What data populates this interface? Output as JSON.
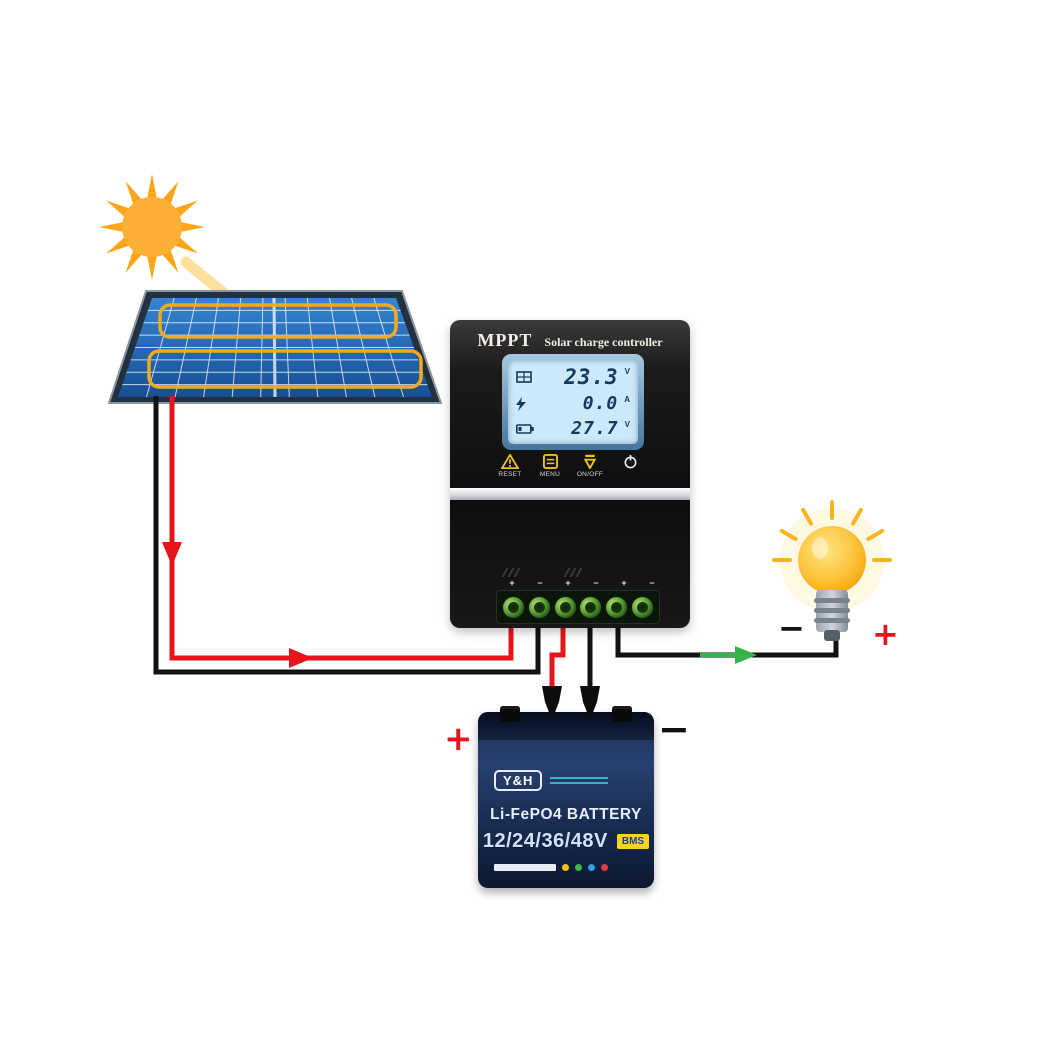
{
  "scene": {
    "description": "Solar MPPT charge controller wiring diagram with sun, solar panel, controller, battery and light bulb"
  },
  "controller": {
    "brand": "MPPT",
    "title": "Solar charge controller",
    "lcd": {
      "rows": [
        {
          "icon": "solar-panel-icon",
          "value": "23.3",
          "unit": "V"
        },
        {
          "icon": "lightning-icon",
          "value": "0.0",
          "unit": "A"
        },
        {
          "icon": "battery-icon",
          "value": "27.7",
          "unit": "V"
        }
      ]
    },
    "buttons": [
      {
        "icon": "warning-triangle-icon",
        "label": "RESET"
      },
      {
        "icon": "menu-icon",
        "label": "MENU"
      },
      {
        "icon": "arrow-down-icon",
        "label": "ON/OFF"
      }
    ],
    "terminal_marks": [
      "+",
      "−",
      "+",
      "−",
      "+",
      "−"
    ]
  },
  "battery": {
    "brand": "Y&H",
    "product_name": "Li-FePO4 BATTERY",
    "voltage_options": "12/24/36/48V",
    "badge": "BMS"
  },
  "labels": {
    "battery_plus": "+",
    "battery_minus": "−",
    "load_minus": "−",
    "load_plus": "+"
  },
  "colors": {
    "wire_positive": "#e8141c",
    "wire_negative": "#121212",
    "flow_arrow_green": "#38b24a",
    "sun": "#fbb034",
    "panel_cell": "#2a76c4",
    "panel_highlight_outline": "#f3a91c",
    "bulb": "#f7a600",
    "battery_body": "#1b2c52",
    "bms_badge_bg": "#ffd21f"
  }
}
